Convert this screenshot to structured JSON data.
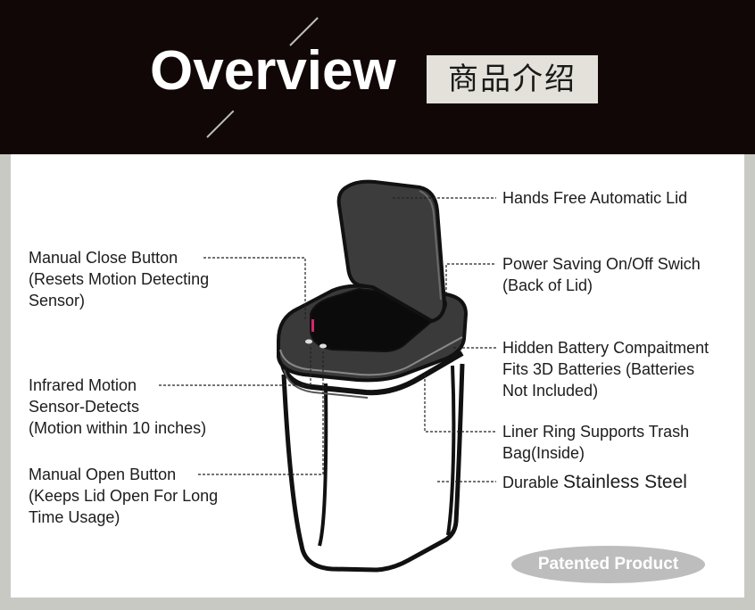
{
  "header": {
    "title": "Overview",
    "subtitle": "商品介绍",
    "background_color": "#110707"
  },
  "labels": {
    "hands_free_lid": "Hands Free Automatic Lid",
    "manual_close": [
      "Manual Close Button",
      "(Resets Motion Detecting",
      "Sensor)"
    ],
    "power_saving": [
      "Power Saving On/Off Swich",
      "(Back of Lid)"
    ],
    "hidden_battery": [
      "Hidden Battery Compaitment",
      "Fits 3D Batteries (Batteries",
      "Not Included)"
    ],
    "infrared_sensor": [
      "Infrared Motion",
      "Sensor-Detects",
      "(Motion within 10 inches)"
    ],
    "liner_ring": [
      "Liner Ring Supports Trash",
      "Bag(Inside)"
    ],
    "manual_open": [
      "Manual Open Button",
      "(Keeps Lid Open For Long",
      "Time Usage)"
    ],
    "durable_prefix": "Durable ",
    "durable_emphasis": "Stainless Steel"
  },
  "badge": {
    "text": "Patented Product"
  }
}
